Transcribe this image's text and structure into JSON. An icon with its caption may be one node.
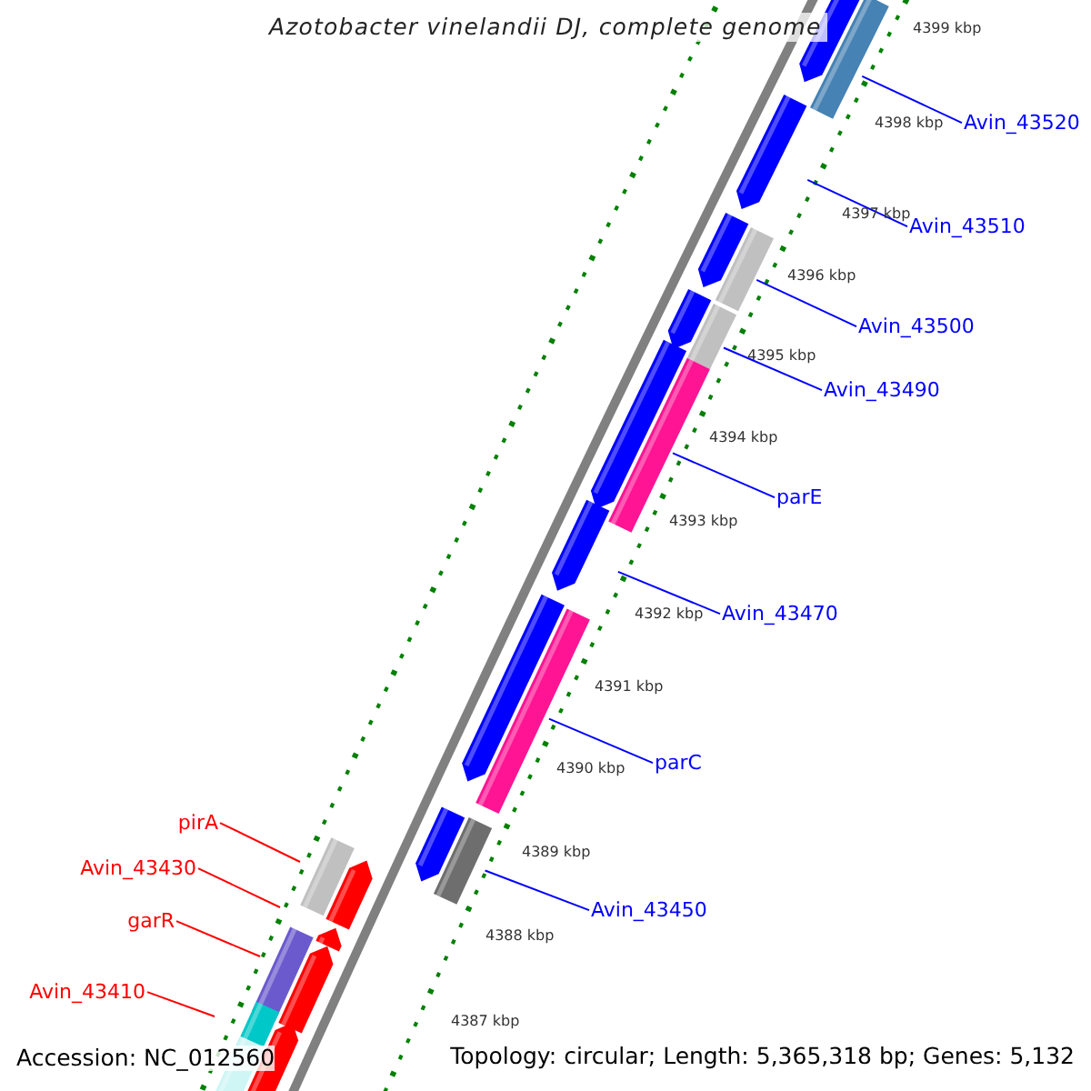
{
  "diagram": {
    "title": "Azotobacter vinelandii DJ, complete genome",
    "nodes": [
      {
        "text": [
          "Avin_43520"
        ]
      },
      {
        "text": [
          "Avin_43510"
        ]
      },
      {
        "text": [
          "Avin_43500"
        ]
      },
      {
        "text": [
          "Avin_43490"
        ]
      },
      {
        "text": [
          "parE"
        ]
      },
      {
        "text": [
          "Avin_43470"
        ]
      },
      {
        "text": [
          "parC"
        ]
      },
      {
        "text": [
          "Avin_43450"
        ]
      },
      {
        "text": [
          "pirA"
        ]
      },
      {
        "text": [
          "Avin_43430"
        ]
      },
      {
        "text": [
          "garR"
        ]
      },
      {
        "text": [
          "Avin_43410"
        ]
      }
    ],
    "edges": [
      {
        "from": 0,
        "to": null,
        "arrow": "none"
      },
      {
        "from": 1,
        "to": null,
        "arrow": "none"
      },
      {
        "from": 2,
        "to": null,
        "arrow": "none"
      },
      {
        "from": 3,
        "to": null,
        "arrow": "none"
      },
      {
        "from": 4,
        "to": null,
        "arrow": "none"
      },
      {
        "from": 5,
        "to": null,
        "arrow": "none"
      },
      {
        "from": 6,
        "to": null,
        "arrow": "none"
      },
      {
        "from": 7,
        "to": null,
        "arrow": "none"
      },
      {
        "from": 8,
        "to": null,
        "arrow": "none",
        "color": "#ff0000"
      },
      {
        "from": 9,
        "to": null,
        "arrow": "none",
        "color": "#ff0000"
      },
      {
        "from": 10,
        "to": null,
        "arrow": "none",
        "color": "#ff0000"
      },
      {
        "from": 11,
        "to": null,
        "arrow": "none",
        "color": "#ff0000"
      }
    ],
    "labels": [
      "4399 kbp",
      "4398 kbp",
      "4397 kbp",
      "4396 kbp",
      "4395 kbp",
      "4394 kbp",
      "4393 kbp",
      "4392 kbp",
      "4391 kbp",
      "4390 kbp",
      "4389 kbp",
      "4388 kbp",
      "4387 kbp",
      "Accession: NC_012560",
      "Topology: circular; Length: 5,365,318 bp; Genes: 5,132"
    ]
  }
}
